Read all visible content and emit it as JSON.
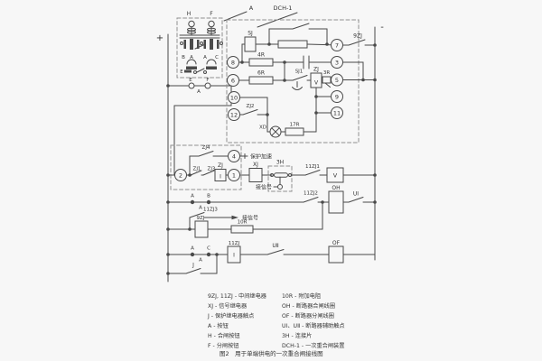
{
  "colors": {
    "bg": "#f7f7f7",
    "line": "#4a4a4a",
    "muted": "#8f8f8f",
    "text": "#333333"
  },
  "t": {
    "plus": "+",
    "minus": "-",
    "h": "H",
    "f": "F",
    "boxA": "A",
    "dch": "DCH-1",
    "bB": "B",
    "bA1": "A",
    "bA2": "A",
    "bC": "C",
    "bE": "E",
    "termE": "E",
    "termF": "F",
    "termA": "A",
    "sj": "SJ",
    "zj9c": "9ZJ",
    "r4": "4R",
    "r6": "6R",
    "sj1": "SJ1",
    "zjv": "ZJ",
    "v1": "V",
    "r3": "3R",
    "zj2": "ZJ2",
    "xd": "XD",
    "r17": "17R",
    "zj4": "ZJ4",
    "jiasu": "保护加速",
    "zj1": "ZJ1",
    "zj3": "ZJ3",
    "zjm": "ZJ",
    "im": "I",
    "xj": "XJ",
    "h3": "3H",
    "sig1": "接信号",
    "zj111": "11ZJ1",
    "v2": "V",
    "rowAB": {
      "a": "A",
      "b": "B",
      "n": "A"
    },
    "zj112": "11ZJ2",
    "oh": "OH",
    "u1": "UⅠ",
    "zj113": "11ZJ3",
    "sig2": "接信号",
    "zj9": "9ZJ",
    "r10": "10R",
    "rowAC": {
      "a": "A",
      "c": "C",
      "n": "A"
    },
    "zj11": "11ZJ",
    "i2": "I",
    "u2": "UⅡ",
    "of": "OF",
    "j": "J",
    "n": {
      "1": "1",
      "2": "2",
      "3": "3",
      "4": "4",
      "5": "5",
      "6": "6",
      "7": "7",
      "8": "8",
      "9": "9",
      "10": "10",
      "11": "11",
      "12": "12"
    }
  },
  "legend": {
    "left": [
      "9ZJ, 11ZJ - 中间继电器",
      "XJ - 信号继电器",
      "J - 保护继电器触点",
      "A - 按钮",
      "H - 合闸按钮",
      "F - 分闸按钮"
    ],
    "right": [
      "10R - 附加电阻",
      "OH - 断路器合闸线圈",
      "OF - 断路器分闸线圈",
      "UⅠ、UⅡ - 断路器辅助触点",
      "3H - 连接片",
      "DCH-1 - 一次重合闸装置"
    ]
  },
  "caption": "图2　用于单端供电的一次重合闸接线图"
}
